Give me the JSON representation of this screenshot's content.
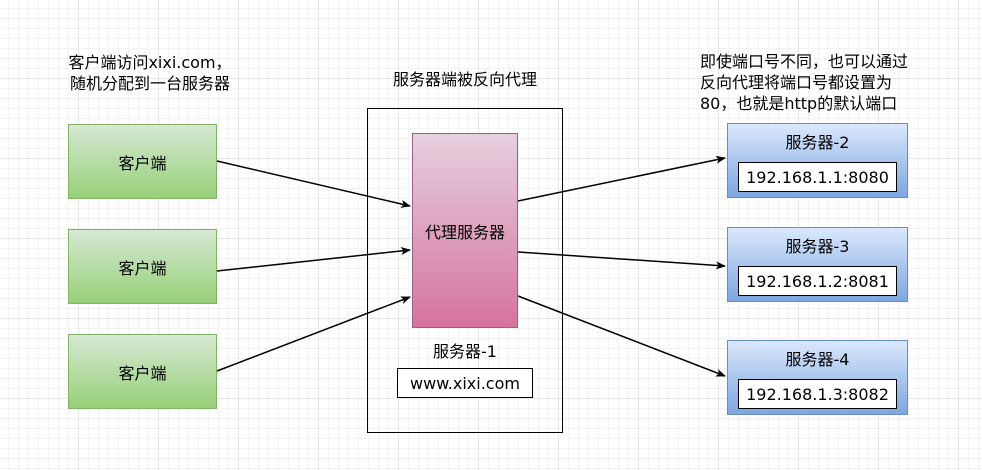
{
  "clients": {
    "note_line1": "客户端访问xixi.com，",
    "note_line2": "随机分配到一台服务器",
    "items": [
      {
        "label": "客户端"
      },
      {
        "label": "客户端"
      },
      {
        "label": "客户端"
      }
    ]
  },
  "proxy": {
    "group_title": "服务器端被反向代理",
    "box_label": "代理服务器",
    "server_name": "服务器-1",
    "server_url": "www.xixi.com"
  },
  "servers": {
    "note_line1": "即使端口号不同，也可以通过",
    "note_line2": "反向代理将端口号都设置为",
    "note_line3": "80，也就是http的默认端口",
    "items": [
      {
        "title": "服务器-2",
        "ip": "192.168.1.1:8080"
      },
      {
        "title": "服务器-3",
        "ip": "192.168.1.2:8081"
      },
      {
        "title": "服务器-4",
        "ip": "192.168.1.3:8082"
      }
    ]
  },
  "colors": {
    "client_fill_top": "#d5e8d4",
    "client_fill_bottom": "#97d077",
    "proxy_fill_top": "#e6d0de",
    "proxy_fill_bottom": "#d5739d",
    "server_fill_top": "#dae8fc",
    "server_fill_bottom": "#7ea6e0",
    "edge": "#000000"
  }
}
